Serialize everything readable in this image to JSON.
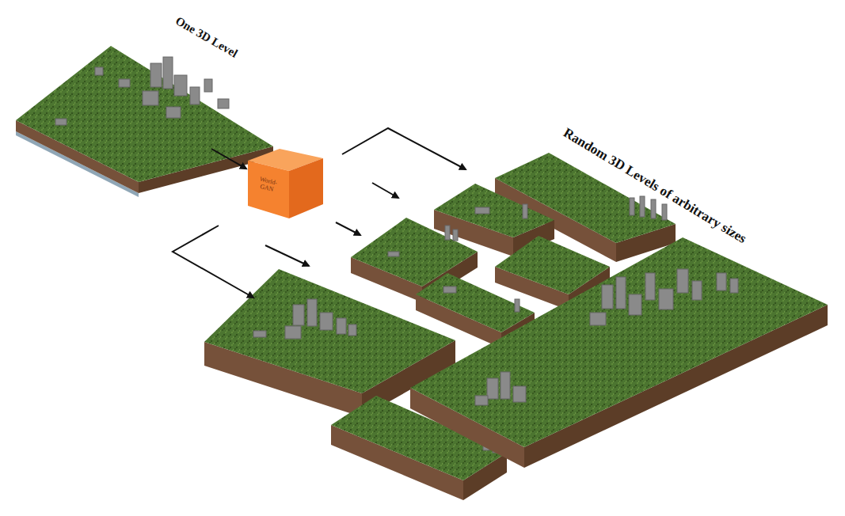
{
  "diagram": {
    "nodes": [
      {
        "text": [
          "One 3D Level"
        ]
      },
      {
        "text": [
          "World-GAN"
        ]
      }
    ],
    "edges": [
      {
        "from": 0,
        "to": 1,
        "arrow": "to"
      }
    ],
    "labels": [
      "Random 3D Levels of arbitrary sizes"
    ]
  }
}
